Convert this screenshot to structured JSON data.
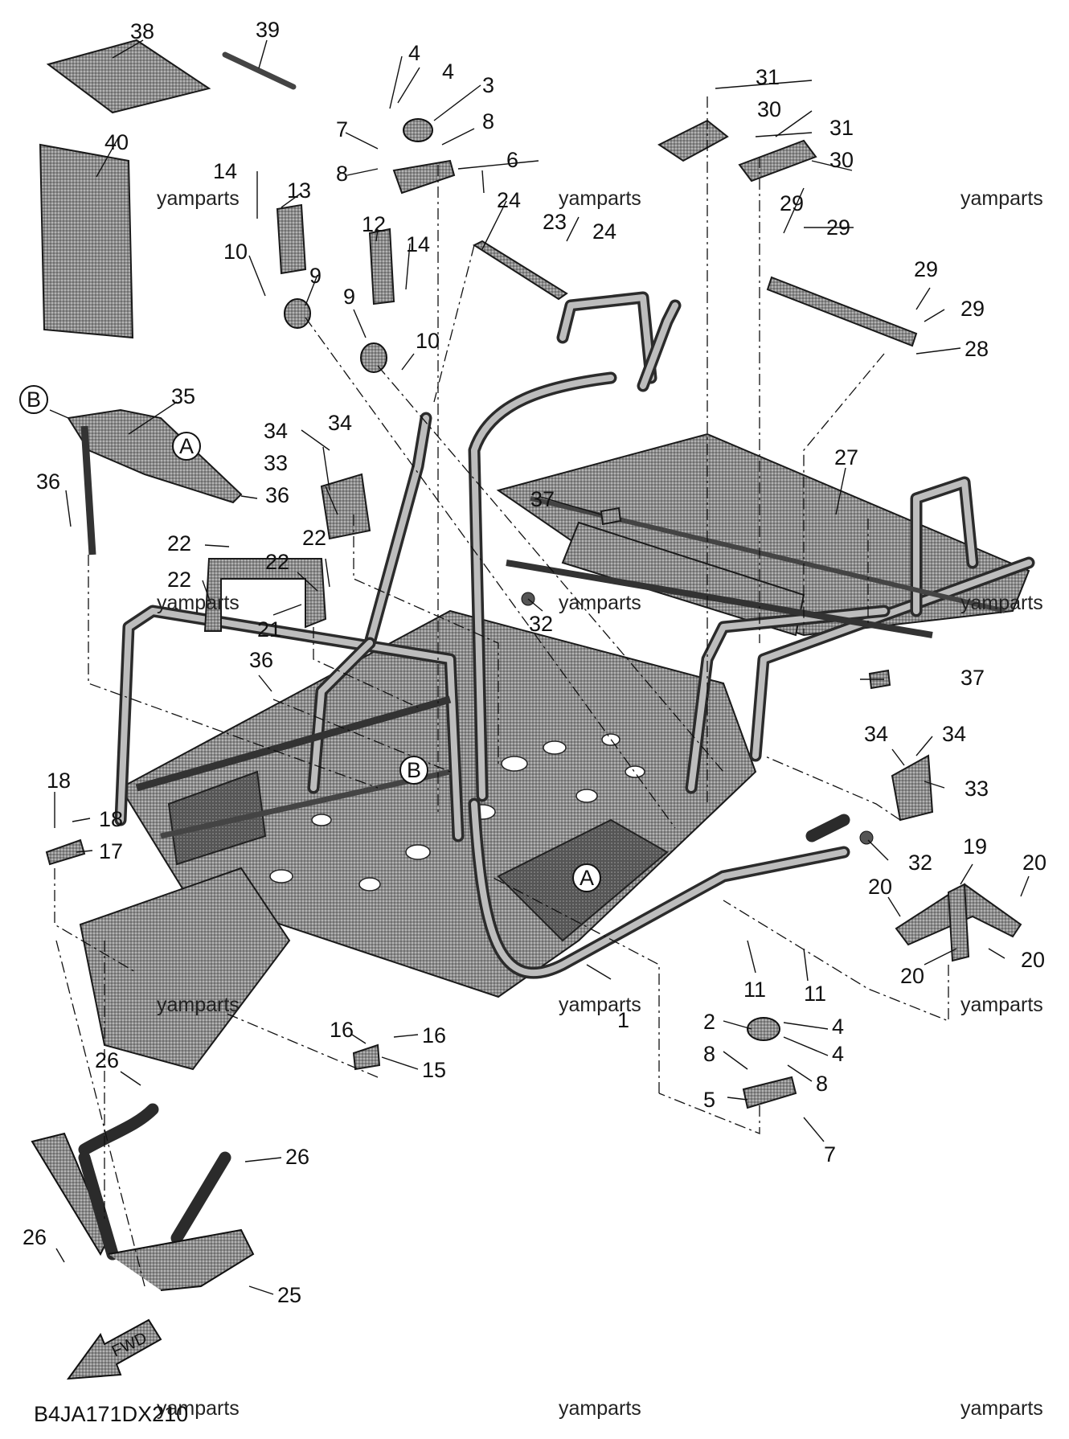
{
  "diagram_code": "B4JA171DX210",
  "watermark": "yamparts",
  "fwd_label": "FWD",
  "ref_letters": [
    "A",
    "B"
  ],
  "callouts": [
    "1",
    "2",
    "3",
    "4",
    "5",
    "6",
    "7",
    "8",
    "9",
    "10",
    "11",
    "12",
    "13",
    "14",
    "15",
    "16",
    "17",
    "18",
    "19",
    "20",
    "21",
    "22",
    "23",
    "24",
    "25",
    "26",
    "27",
    "28",
    "29",
    "30",
    "31",
    "32",
    "33",
    "34",
    "35",
    "36",
    "37",
    "38",
    "39",
    "40"
  ]
}
